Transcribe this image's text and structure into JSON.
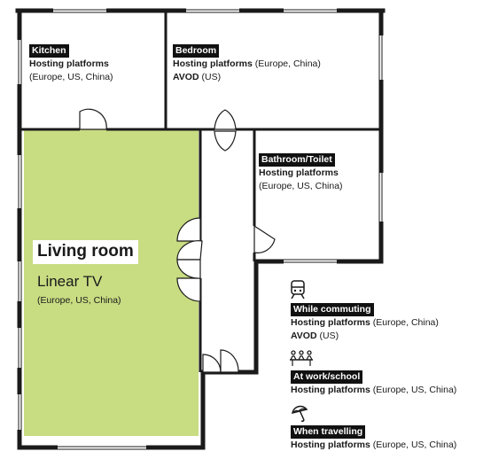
{
  "rooms": {
    "kitchen": {
      "title": "Kitchen",
      "line1_bold": "Hosting platforms",
      "line2": "(Europe, US, China)"
    },
    "bedroom": {
      "title": "Bedroom",
      "line1_bold": "Hosting platforms",
      "line1_rest": "(Europe, China)",
      "line2_bold": "AVOD",
      "line2_rest": "(US)"
    },
    "bathroom": {
      "title": "Bathroom/Toilet",
      "line1_bold": "Hosting platforms",
      "line2": "(Europe, US, China)"
    },
    "living": {
      "title": "Living room",
      "subtitle": "Linear TV",
      "regions": "(Europe, US, China)"
    }
  },
  "outside": {
    "commuting": {
      "title": "While commuting",
      "line1_bold": "Hosting platforms",
      "line1_rest": "(Europe, China)",
      "line2_bold": "AVOD",
      "line2_rest": "(US)",
      "icon": "train-icon"
    },
    "work": {
      "title": "At work/school",
      "line1_bold": "Hosting platforms",
      "line1_rest": "(Europe, US, China)",
      "icon": "meeting-icon"
    },
    "travelling": {
      "title": "When travelling",
      "line1_bold": "Hosting platforms",
      "line1_rest": "(Europe, US, China)",
      "icon": "umbrella-icon"
    }
  },
  "colors": {
    "wall": "#1a1a1a",
    "living_fill": "#c8dc82",
    "window": "#ffffff"
  }
}
